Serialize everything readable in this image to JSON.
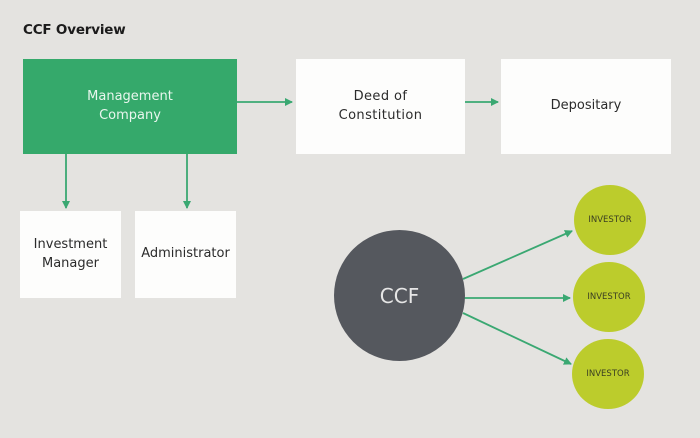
{
  "title": "CCF Overview",
  "colors": {
    "background": "#e4e3e0",
    "accent_green": "#35a96b",
    "arrow_green": "#3aa872",
    "box_white": "#fdfdfc",
    "fund_circle": "#55585e",
    "investor_circle": "#bccc2c"
  },
  "nodes": {
    "management_company": "Management\nCompany",
    "deed_of_constitution": "Deed of\nConstitution",
    "depositary": "Depositary",
    "investment_manager": "Investment\nManager",
    "administrator": "Administrator",
    "ccf": "CCF",
    "investors": [
      "INVESTOR",
      "INVESTOR",
      "INVESTOR"
    ]
  },
  "edges": [
    {
      "from": "management_company",
      "to": "deed_of_constitution"
    },
    {
      "from": "deed_of_constitution",
      "to": "depositary"
    },
    {
      "from": "management_company",
      "to": "investment_manager"
    },
    {
      "from": "management_company",
      "to": "administrator"
    },
    {
      "from": "ccf",
      "to": "investor_1"
    },
    {
      "from": "ccf",
      "to": "investor_2"
    },
    {
      "from": "ccf",
      "to": "investor_3"
    }
  ]
}
